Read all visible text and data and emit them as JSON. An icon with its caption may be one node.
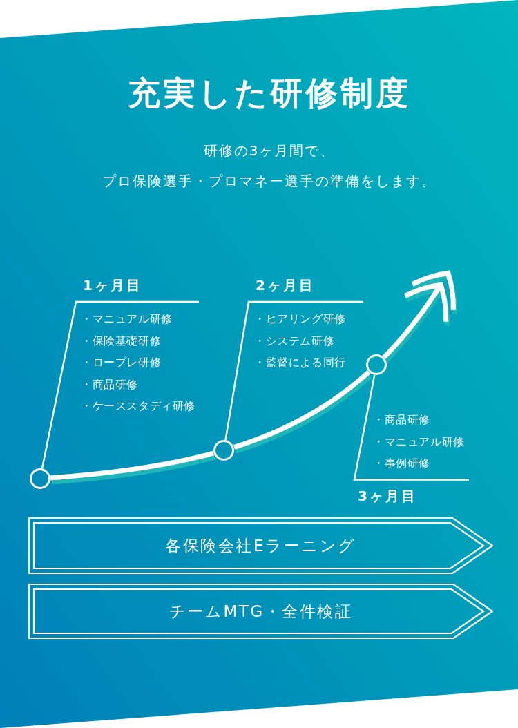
{
  "diagram": {
    "title": "充実した研修制度",
    "nodes": [
      {
        "text": [
          "1ヶ月目",
          "・マニュアル研修",
          "・保険基礎研修",
          "・ロープレ研修",
          "・商品研修",
          "・ケーススタディ研修"
        ]
      },
      {
        "text": [
          "2ヶ月目",
          "・ヒアリング研修",
          "・システム研修",
          "・監督による同行"
        ]
      },
      {
        "text": [
          "・商品研修",
          "・マニュアル研修",
          "・事例研修",
          "3ヶ月目"
        ]
      },
      {
        "text": [],
        "shape": "circle"
      },
      {
        "text": [],
        "shape": "circle"
      },
      {
        "text": [],
        "shape": "circle"
      },
      {
        "text": [
          "各保険会社Eラーニング"
        ]
      },
      {
        "text": [
          "チームMTG・全件検証"
        ]
      }
    ],
    "edges": [
      {
        "from": 3,
        "to": 0,
        "arrow": "none"
      },
      {
        "from": 4,
        "to": 1,
        "arrow": "none"
      },
      {
        "from": 5,
        "to": 2,
        "arrow": "none"
      },
      {
        "from": 3,
        "to": 4,
        "arrow": "none",
        "style": "thick"
      },
      {
        "from": 4,
        "to": 5,
        "arrow": "none",
        "style": "thick"
      },
      {
        "from": 5,
        "to": null,
        "arrow": "to",
        "style": "thick"
      }
    ],
    "labels": [
      "研修の3ヶ月間で、",
      "プロ保険選手・プロマネー選手の準備をします。"
    ]
  }
}
